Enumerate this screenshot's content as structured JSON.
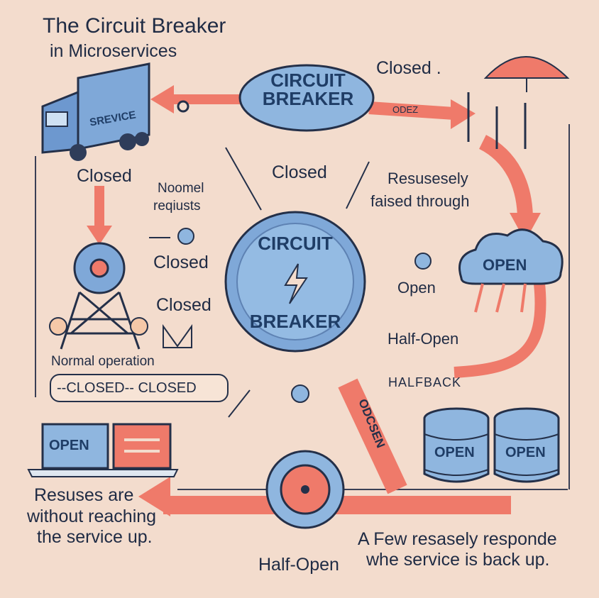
{
  "title": "The Circuit Breaker",
  "subtitle": "in   Microservices",
  "top_breaker": {
    "line1": "CIRCUIT",
    "line2": "BREAKER"
  },
  "center_breaker": {
    "line1": "CIRCUIT",
    "line2": "BREAKER"
  },
  "truck_label": "SREVICE",
  "labels": {
    "closed_top_right": "Closed .",
    "closed_left": "Closed",
    "closed_center_top": "Closed",
    "normal_requests_1": "Noomel",
    "normal_requests_2": "reqiusts",
    "closed_mid_1": "Closed",
    "closed_mid_2": "Closed",
    "responses_1": "Resusesely",
    "responses_2": "faised through",
    "open_right": "Open",
    "half_open_right": "Half-Open",
    "halfback": "HALFBACK",
    "normal_operation": "Normal operation",
    "closed_pill": "--CLOSED-- CLOSED",
    "odcsen": "ODCSEN",
    "odez": "ODEZ",
    "bottom_left_1": "Resuses are",
    "bottom_left_2": "without reaching",
    "bottom_left_3": "the service up.",
    "half_open_bottom": "Half-Open",
    "bottom_right_1": "A Few resasely responde",
    "bottom_right_2": "whe service is back up."
  },
  "cloud_label": "OPEN",
  "laptop_label": "OPEN",
  "barrel_labels": [
    "OPEN",
    "OPEN"
  ],
  "colors": {
    "background": "#f3dccd",
    "blue": "#8fb6df",
    "dark": "#243049",
    "arrow": "#ef7a6a",
    "text": "#1f2b44"
  }
}
